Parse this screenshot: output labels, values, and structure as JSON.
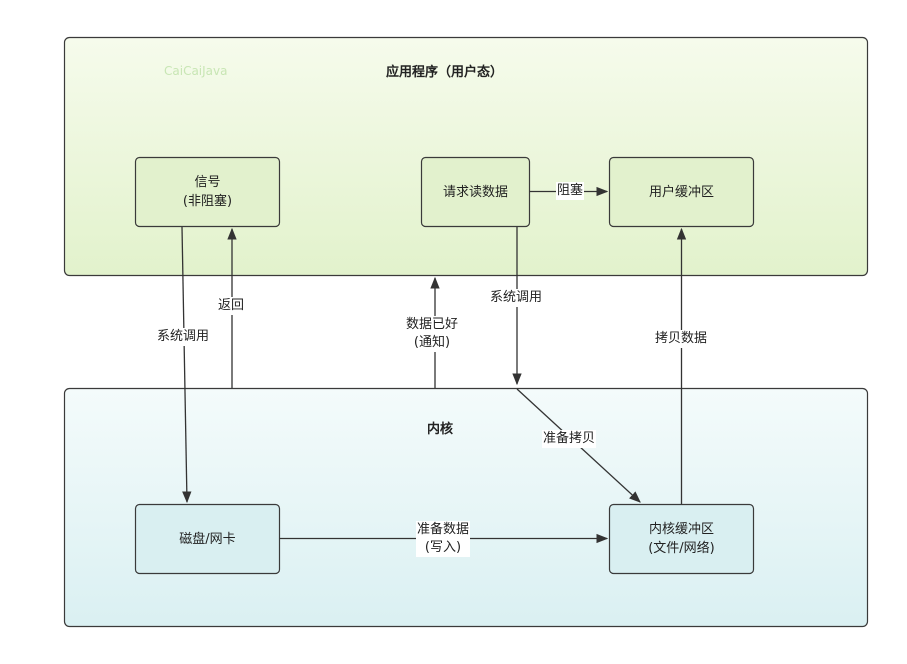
{
  "watermark": "CaiCaiJava",
  "app_region": {
    "title": "应用程序（用户态）",
    "boxes": {
      "signal": {
        "line1": "信号",
        "line2": "(非阻塞)"
      },
      "request": {
        "line1": "请求读数据"
      },
      "user_buffer": {
        "line1": "用户缓冲区"
      }
    }
  },
  "kernel_region": {
    "title": "内核",
    "boxes": {
      "disk": {
        "line1": "磁盘/网卡"
      },
      "kernel_buffer": {
        "line1": "内核缓冲区",
        "line2": "(文件/网络)"
      }
    }
  },
  "edges": {
    "block": "阻塞",
    "syscall_left": "系统调用",
    "return": "返回",
    "data_ready": {
      "line1": "数据已好",
      "line2": "(通知)"
    },
    "syscall_mid": "系统调用",
    "prepare_copy": "准备拷贝",
    "copy_data": "拷贝数据",
    "prepare_data": {
      "line1": "准备数据",
      "line2": "(写入)"
    }
  },
  "colors": {
    "app_fill_top": "#f5fbea",
    "app_fill_bottom": "#e4f3cf",
    "kernel_fill_top": "#f3fafb",
    "kernel_fill_bottom": "#ddf1f3",
    "app_box_fill": "#e2f1cd",
    "kernel_box_fill": "#d9eff1",
    "stroke": "#3a3a3a"
  }
}
